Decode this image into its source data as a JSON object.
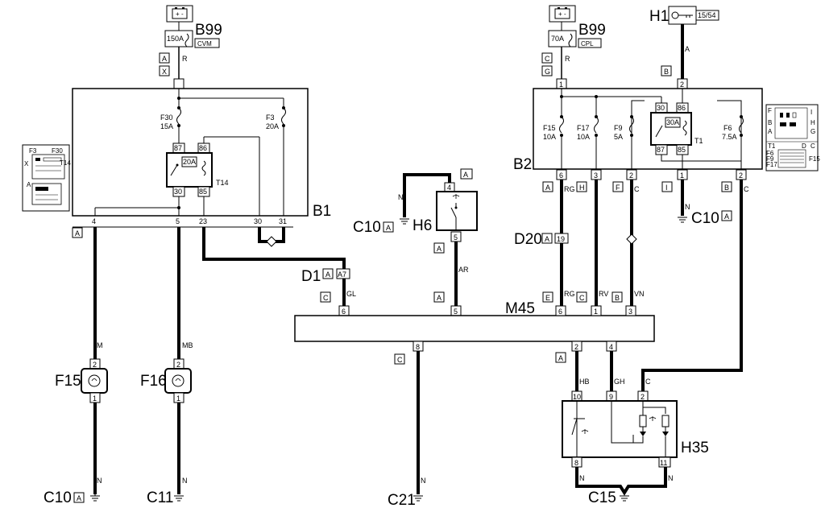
{
  "components": {
    "b99_left": {
      "label": "B99",
      "fuse": "150A",
      "tag": "CVM"
    },
    "b99_right": {
      "label": "B99",
      "fuse": "70A",
      "tag": "CPL"
    },
    "h1": {
      "label": "H1",
      "tag": "15/54"
    },
    "b1": {
      "label": "B1",
      "relay": "T14",
      "relay_rating": "20A"
    },
    "b2": {
      "label": "B2",
      "relay": "T1",
      "relay_rating": "30A"
    },
    "h6": {
      "label": "H6"
    },
    "m45": {
      "label": "M45"
    },
    "h35": {
      "label": "H35"
    },
    "f15": {
      "label": "F15"
    },
    "f16": {
      "label": "F16"
    },
    "d1": {
      "label": "D1"
    },
    "d20": {
      "label": "D20"
    }
  },
  "grounds": {
    "c10_left": "C10",
    "c11": "C11",
    "c21": "C21",
    "c15": "C15",
    "c10_h6": "C10",
    "c10_b2": "C10"
  },
  "fuses": {
    "f30": {
      "name": "F30",
      "rating": "15A"
    },
    "f3": {
      "name": "F3",
      "rating": "20A"
    },
    "f15": {
      "name": "F15",
      "rating": "10A"
    },
    "f17": {
      "name": "F17",
      "rating": "10A"
    },
    "f9": {
      "name": "F9",
      "rating": "5A"
    },
    "f6": {
      "name": "F6",
      "rating": "7.5A"
    }
  },
  "relay_pins": {
    "p87": "87",
    "p86": "86",
    "p30": "30",
    "p85": "85"
  },
  "connectors": {
    "A": "A",
    "B": "B",
    "C": "C",
    "E": "E",
    "F": "F",
    "G": "G",
    "H": "H",
    "I": "I",
    "X": "X"
  },
  "pins": {
    "p1": "1",
    "p2": "2",
    "p3": "3",
    "p4": "4",
    "p5": "5",
    "p6": "6",
    "p8": "8",
    "p9": "9",
    "p10": "10",
    "p11": "11",
    "p19": "19",
    "p23": "23",
    "p30": "30",
    "p31": "31",
    "pA7": "A7"
  },
  "wire_colors": {
    "R": "R",
    "A": "A",
    "M": "M",
    "MB": "MB",
    "N": "N",
    "GL": "GL",
    "AR": "AR",
    "RG": "RG",
    "RV": "RV",
    "VN": "VN",
    "HB": "HB",
    "GH": "GH",
    "C": "C"
  },
  "legend_b1": {
    "f3": "F3",
    "f30": "F30",
    "x": "X",
    "t14": "T14",
    "a": "A"
  },
  "legend_b2": {
    "f": "F",
    "i": "I",
    "b": "B",
    "h": "H",
    "a": "A",
    "g": "G",
    "t1": "T1",
    "d": "D",
    "c": "C",
    "f6": "F6",
    "f9": "F9",
    "f17": "F17",
    "f15": "F15"
  }
}
